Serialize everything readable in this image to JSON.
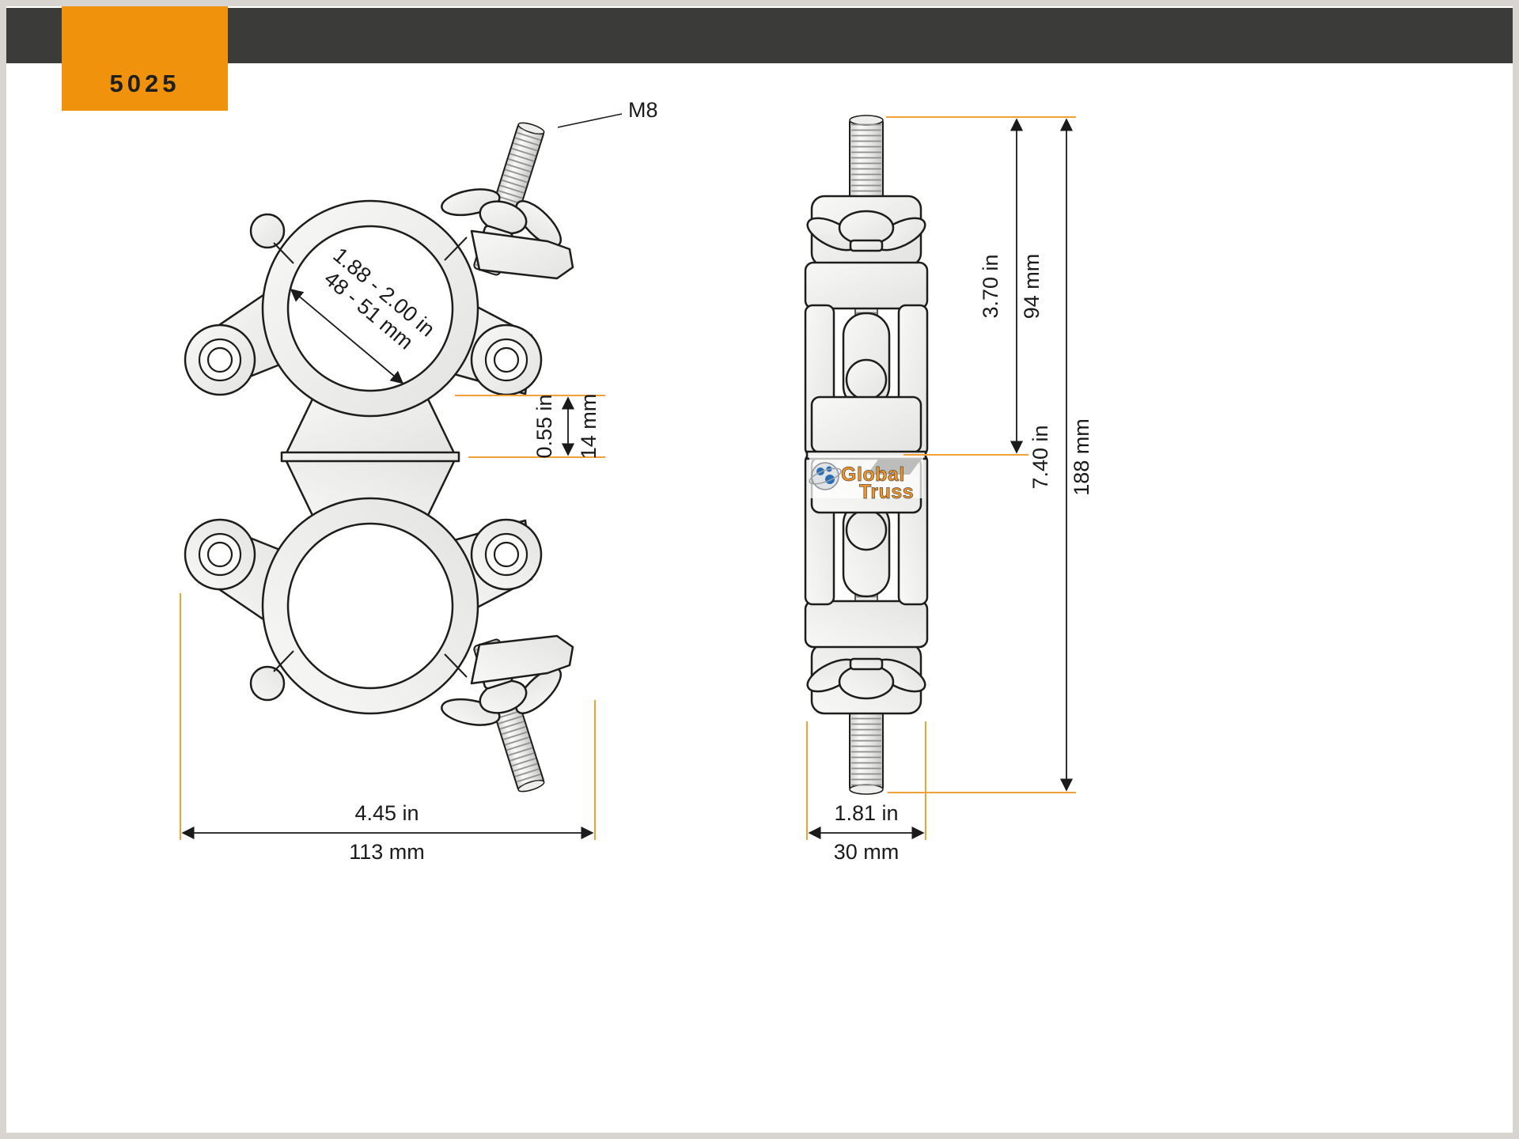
{
  "header": {
    "product_code": "5025"
  },
  "front_view": {
    "bolt_label": "M8",
    "bore_in": "1.88 - 2.00 in",
    "bore_mm": "48 - 51 mm",
    "spacer_in": "0.55 in",
    "spacer_mm": "14 mm",
    "width_in": "4.45 in",
    "width_mm": "113 mm"
  },
  "side_view": {
    "center_in": "3.70 in",
    "center_mm": "94 mm",
    "height_in": "7.40 in",
    "height_mm": "188 mm",
    "depth_in": "1.81 in",
    "depth_mm": "30 mm",
    "logo_line1": "Global",
    "logo_line2": "Truss"
  },
  "colors": {
    "bar": "#3b3b39",
    "badge": "#f0920b",
    "dimension": "#f2a136",
    "ink": "#1a1a1a",
    "logo_orange": "#f7941d",
    "logo_blue": "#2a6db5",
    "page_border": "#d8d4cf"
  }
}
